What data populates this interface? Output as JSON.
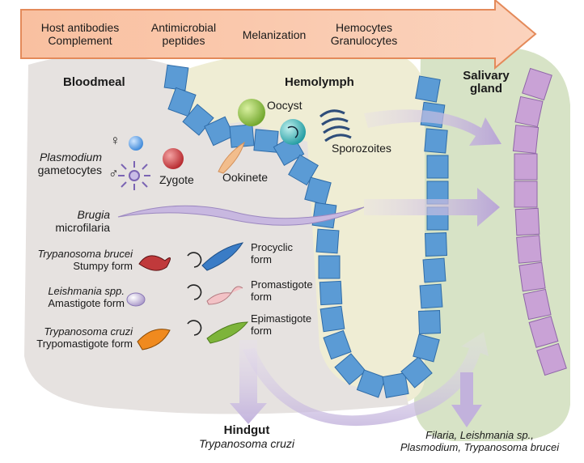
{
  "top_arrow": {
    "steps": [
      {
        "line1": "Host antibodies",
        "line2": "Complement"
      },
      {
        "line1": "Antimicrobial",
        "line2": "peptides"
      },
      {
        "line1": "Melanization",
        "line2": ""
      },
      {
        "line1": "Hemocytes",
        "line2": "Granulocytes"
      }
    ],
    "color": "#f9c3a6"
  },
  "regions": {
    "bloodmeal": "Bloodmeal",
    "hemolymph": "Hemolymph",
    "salivary_gland_line1": "Salivary",
    "salivary_gland_line2": "gland"
  },
  "plasmodium": {
    "female_symbol": "♀",
    "male_symbol": "♂",
    "name": "Plasmodium",
    "desc": "gametocytes",
    "zygote": "Zygote",
    "ookinete": "Ookinete",
    "oocyst": "Oocyst",
    "sporozoites": "Sporozoites"
  },
  "brugia": {
    "name": "Brugia",
    "desc": "microfilaria"
  },
  "trypanosoma_brucei": {
    "name": "Trypanosoma brucei",
    "form": "Stumpy form",
    "next_line1": "Procyclic",
    "next_line2": "form"
  },
  "leishmania": {
    "name": "Leishmania spp.",
    "form": "Amastigote form",
    "next_line1": "Promastigote",
    "next_line2": "form"
  },
  "trypanosoma_cruzi": {
    "name": "Trypanosoma cruzi",
    "form": "Trypomastigote form",
    "next_line1": "Epimastigote",
    "next_line2": "form"
  },
  "hindgut": {
    "title": "Hindgut",
    "species": "Trypanosoma cruzi"
  },
  "salivary_exit": {
    "line1": "Filaria, Leishmania sp.,",
    "line2": "Plasmodium, Trypanosoma brucei"
  },
  "colors": {
    "midgut_cells": "#5b9bd5",
    "salivary_cells": "#c9a2d6",
    "bloodmeal_bg": "#e6e2e0",
    "hemolymph_bg": "#efedd4",
    "salivary_bg": "#d7e3c6"
  }
}
